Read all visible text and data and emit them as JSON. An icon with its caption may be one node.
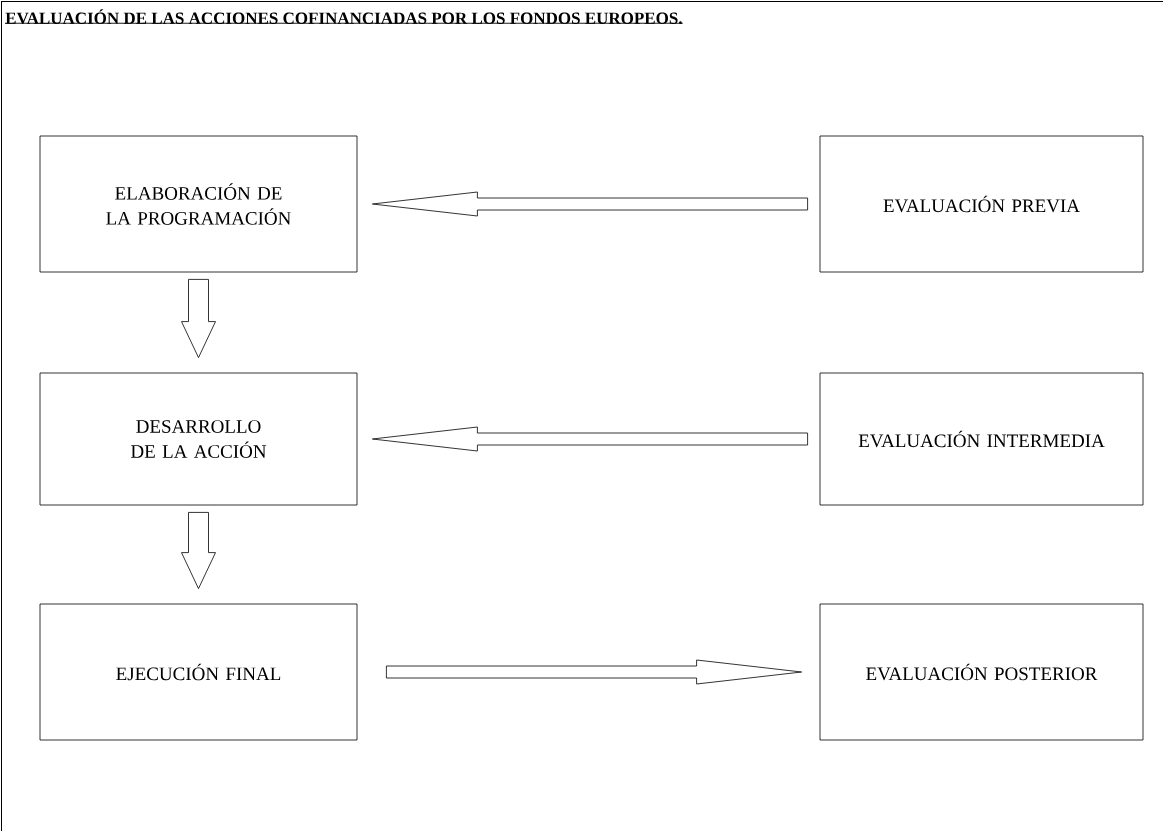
{
  "diagram": {
    "title": "EVALUACIÓN DE LAS ACCIONES COFINANCIADAS POR LOS FONDOS EUROPEOS.",
    "nodes": [
      {
        "text": [
          "ELABORACIÓN DE LA PROGRAMACIÓN"
        ]
      },
      {
        "text": [
          "EVALUACIÓN PREVIA"
        ]
      },
      {
        "text": [
          "DESARROLLO DE LA ACCIÓN"
        ]
      },
      {
        "text": [
          "EVALUACIÓN INTERMEDIA"
        ]
      },
      {
        "text": [
          "EJECUCIÓN FINAL"
        ]
      },
      {
        "text": [
          "EVALUACIÓN POSTERIOR"
        ]
      }
    ],
    "edges": [
      {
        "from": 1,
        "to": 0,
        "arrow": "to"
      },
      {
        "from": 0,
        "to": 2,
        "arrow": "to"
      },
      {
        "from": 3,
        "to": 2,
        "arrow": "to"
      },
      {
        "from": 2,
        "to": 4,
        "arrow": "to"
      },
      {
        "from": 4,
        "to": 5,
        "arrow": "to"
      }
    ]
  }
}
